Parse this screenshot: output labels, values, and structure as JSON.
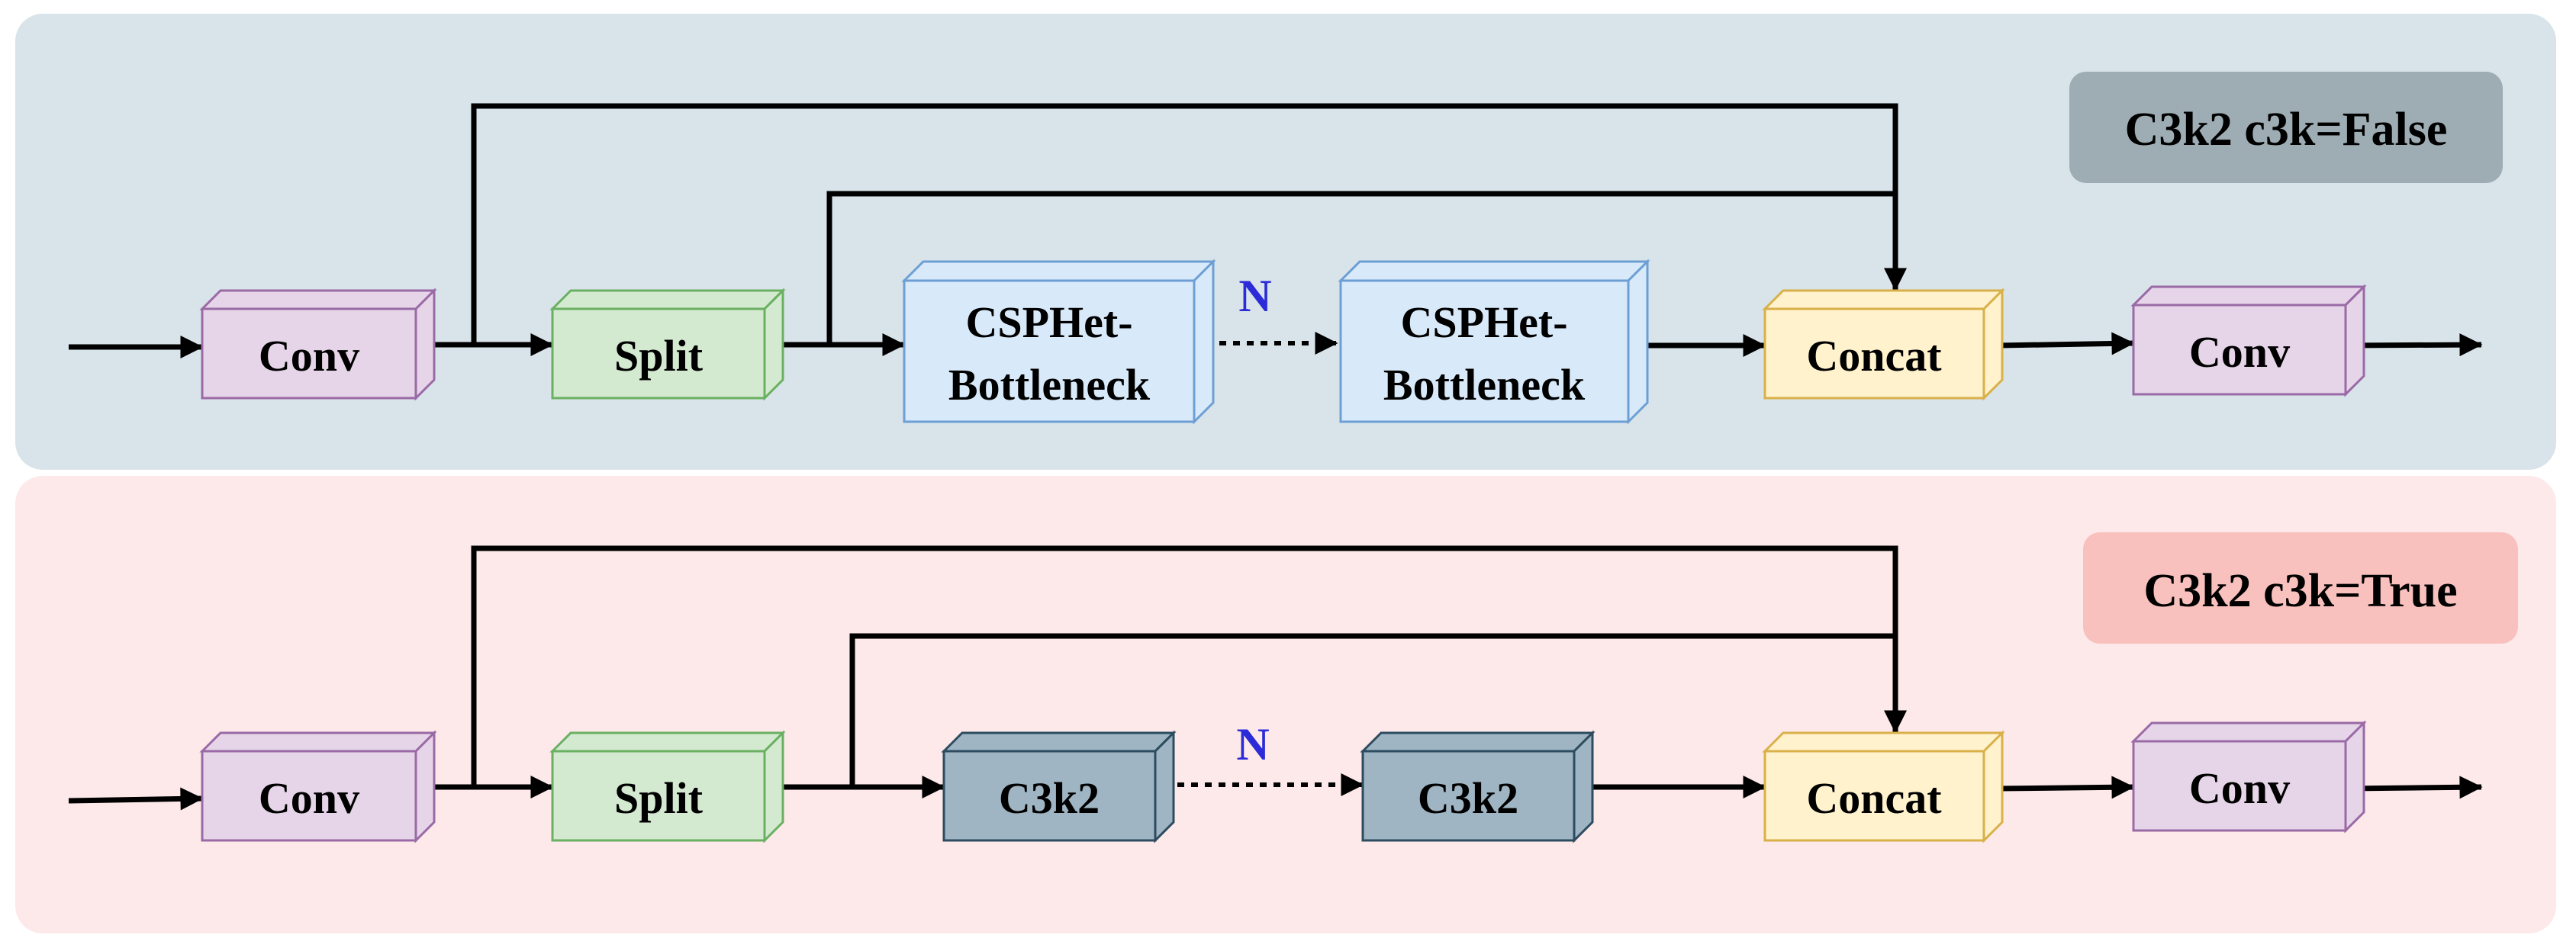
{
  "colors": {
    "panel_top": "#d9e4ea",
    "panel_bottom": "#fde9e9",
    "badge_top": "#9eadb4",
    "badge_bottom": "#f9c1bd",
    "conv_fill": "#e6d5e8",
    "conv_stroke": "#9a6aa6",
    "split_fill": "#d4ead0",
    "split_stroke": "#6ab062",
    "csp_fill": "#d8e9fa",
    "csp_stroke": "#6d9fd4",
    "c3k2_fill": "#9fb5c3",
    "c3k2_stroke": "#2d4c60",
    "concat_fill": "#fff2cc",
    "concat_stroke": "#d9b04a",
    "n_label": "#2b2bd8",
    "line": "#000000"
  },
  "top": {
    "badge": "C3k2 c3k=False",
    "blocks": {
      "conv_in": "Conv",
      "split": "Split",
      "bottleneck_1": [
        "CSPHet-",
        "Bottleneck"
      ],
      "bottleneck_2": [
        "CSPHet-",
        "Bottleneck"
      ],
      "concat": "Concat",
      "conv_out": "Conv"
    },
    "repeat_label": "N"
  },
  "bottom": {
    "badge": "C3k2 c3k=True",
    "blocks": {
      "conv_in": "Conv",
      "split": "Split",
      "c3k2_1": "C3k2",
      "c3k2_2": "C3k2",
      "concat": "Concat",
      "conv_out": "Conv"
    },
    "repeat_label": "N"
  }
}
